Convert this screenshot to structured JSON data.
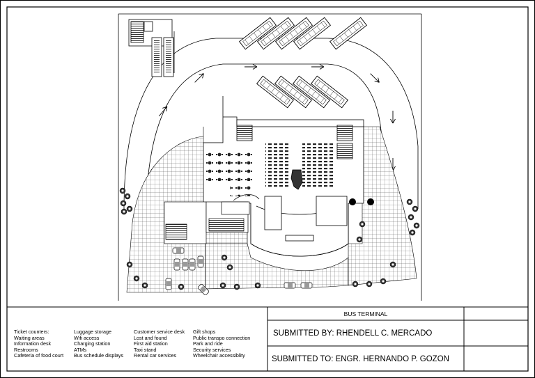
{
  "title_block": {
    "project": "BUS TERMINAL",
    "submitted_by": "SUBMITTED BY: RHENDELL C. MERCADO",
    "submitted_to": "SUBMITTED TO: ENGR. HERNANDO P. GOZON"
  },
  "legend": {
    "col1": [
      "Ticket counters:",
      "Waiting areas",
      "Information desk",
      "Restrooms",
      "Cafeteria of food court"
    ],
    "col2": [
      "Luggage storage",
      "Wifi access",
      "Charging station",
      "ATMs",
      "Bus schedule displays"
    ],
    "col3": [
      "Customer service desk",
      "Lost and found",
      "First aid station",
      "Taxi stand",
      "Rental car services"
    ],
    "col4": [
      "Gift shops",
      "Public transpo connection",
      "Park and ride",
      "Security services",
      "Wheelchair accessiblity"
    ]
  },
  "colors": {
    "line": "#000000",
    "paper": "#ffffff",
    "fill": "#444444"
  },
  "icons": [
    "direction-arrow-icon",
    "tree-cluster-icon",
    "bus-icon",
    "car-icon"
  ]
}
